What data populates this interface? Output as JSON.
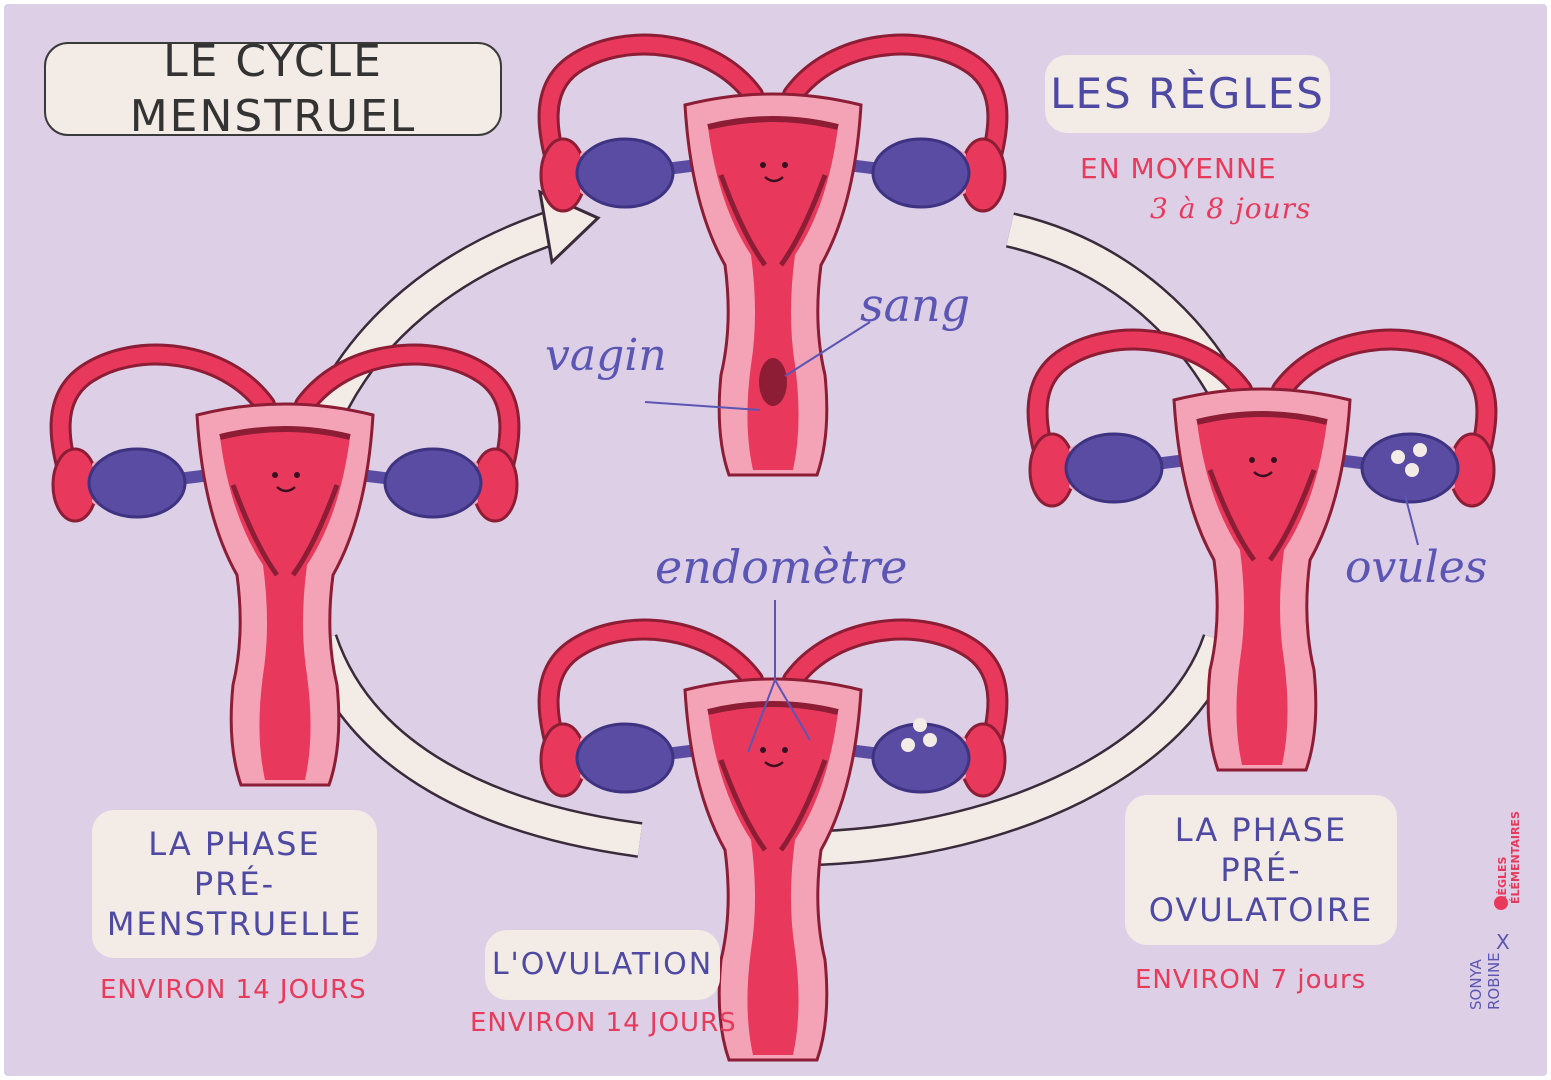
{
  "title": "LE CYCLE MENSTRUEL",
  "phases": {
    "regles": {
      "title": "LES RÈGLES",
      "duration_line1": "EN MOYENNE",
      "duration_line2": "3 à 8 jours"
    },
    "pre_menstruelle": {
      "title_line1": "LA PHASE",
      "title_line2": "PRÉ-MENSTRUELLE",
      "duration": "ENVIRON 14 JOURS"
    },
    "ovulation": {
      "title": "L'OVULATION",
      "duration": "ENVIRON 14 JOURS"
    },
    "pre_ovulatoire": {
      "title_line1": "LA PHASE",
      "title_line2": "PRÉ-OVULATOIRE",
      "duration": "ENVIRON 7 jours"
    }
  },
  "annotations": {
    "vagin": "vagin",
    "sang": "sang",
    "endometre": "endomètre",
    "ovules": "ovules"
  },
  "credits": {
    "author_line1": "SONYA",
    "author_line2": "ROBINE",
    "separator": "X",
    "brand_line1": "RÈGLES",
    "brand_line2": "ÉLÉMENTAIRES"
  },
  "colors": {
    "background": "#dccfe6",
    "label_box": "#f2ebe6",
    "uterus_outer": "#f4a3b6",
    "uterus_inner": "#e8395d",
    "uterus_dark": "#8c1d35",
    "ovary": "#5a4ba3",
    "arrow": "#f3ece6",
    "text_purple": "#4e4aa3",
    "text_pink": "#e83a5a"
  }
}
